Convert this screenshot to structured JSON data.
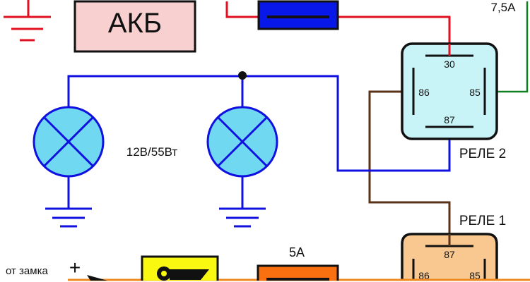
{
  "battery": {
    "label": "АКБ"
  },
  "top_fuse_label": "7,5А",
  "lamps": {
    "label": "12В/55Вт"
  },
  "relay2": {
    "title": "РЕЛЕ 2",
    "pins": {
      "p30": "30",
      "p86": "86",
      "p85": "85",
      "p87": "87"
    }
  },
  "relay1": {
    "title": "РЕЛЕ 1",
    "pins": {
      "p87": "87",
      "p86": "86",
      "p85": "85"
    }
  },
  "ignition": {
    "label": "от замка",
    "sign": "+"
  },
  "bottom_fuse_label": "5А",
  "colors": {
    "red": "#e01020",
    "blue": "#1010e0",
    "green": "#108020",
    "brown": "#5a3218",
    "orange": "#f08a20",
    "relay2_fill": "#c8f4f8",
    "relay1_fill": "#f8c890",
    "battery_fill": "#f8d0d0",
    "fuse_top": "#0818e8",
    "fuse_bottom": "#f87010",
    "switch_fill": "#f8f810",
    "lamp_fill": "#70d8f0"
  }
}
